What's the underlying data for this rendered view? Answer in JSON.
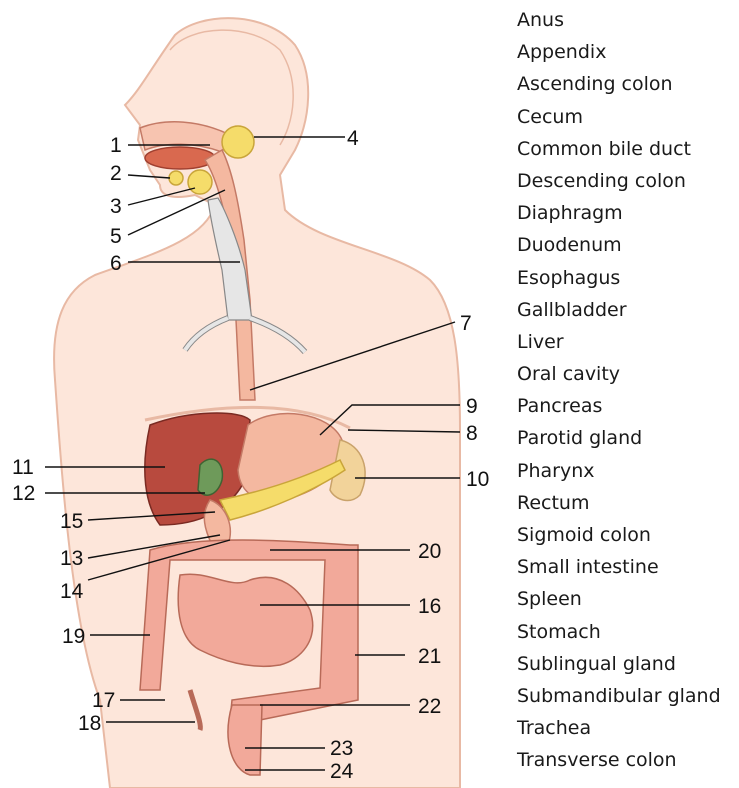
{
  "legend_terms": [
    "Anus",
    "Appendix",
    "Ascending colon",
    "Cecum",
    "Common bile duct",
    "Descending colon",
    "Diaphragm",
    "Duodenum",
    "Esophagus",
    "Gallbladder",
    "Liver",
    "Oral cavity",
    "Pancreas",
    "Parotid gland",
    "Pharynx",
    "Rectum",
    "Sigmoid colon",
    "Small intestine",
    "Spleen",
    "Stomach",
    "Sublingual gland",
    "Submandibular gland",
    "Trachea",
    "Transverse colon"
  ],
  "callout_numbers": [
    "1",
    "2",
    "3",
    "4",
    "5",
    "6",
    "7",
    "8",
    "9",
    "10",
    "11",
    "12",
    "13",
    "14",
    "15",
    "16",
    "17",
    "18",
    "19",
    "20",
    "21",
    "22",
    "23",
    "24"
  ],
  "colors": {
    "skin": "#fde6da",
    "skin_outline": "#e8b9a4",
    "liver": "#b84a3e",
    "stomach": "#f4b8a0",
    "intestine": "#f2a99a",
    "gland": "#f5dc6a",
    "spleen": "#f2d39a",
    "gallbladder": "#6e9a5a",
    "trachea": "#d9d9d9"
  }
}
